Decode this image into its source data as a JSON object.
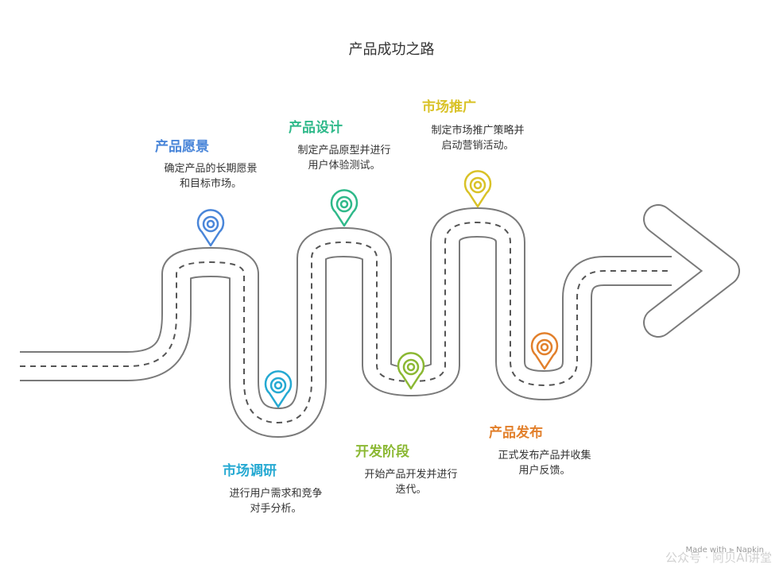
{
  "title": "产品成功之路",
  "stages": [
    {
      "id": "vision",
      "title": "产品愿景",
      "desc_lines": [
        "确定产品的长期愿景",
        "和目标市场。"
      ],
      "color": "#4a86d9"
    },
    {
      "id": "research",
      "title": "市场调研",
      "desc_lines": [
        "进行用户需求和竞争",
        "对手分析。"
      ],
      "color": "#25a9d2"
    },
    {
      "id": "design",
      "title": "产品设计",
      "desc_lines": [
        "制定产品原型并进行",
        "用户体验测试。"
      ],
      "color": "#2fb98a"
    },
    {
      "id": "dev",
      "title": "开发阶段",
      "desc_lines": [
        "开始产品开发并进行",
        "迭代。"
      ],
      "color": "#8bb833"
    },
    {
      "id": "promo",
      "title": "市场推广",
      "desc_lines": [
        "制定市场推广策略并",
        "启动营销活动。"
      ],
      "color": "#d9c227"
    },
    {
      "id": "launch",
      "title": "产品发布",
      "desc_lines": [
        "正式发布产品并收集",
        "用户反馈。"
      ],
      "color": "#e2802c"
    }
  ],
  "watermark": "公众号 · 阿贝AI讲堂",
  "credit": "Made with ⪢ Napkin"
}
